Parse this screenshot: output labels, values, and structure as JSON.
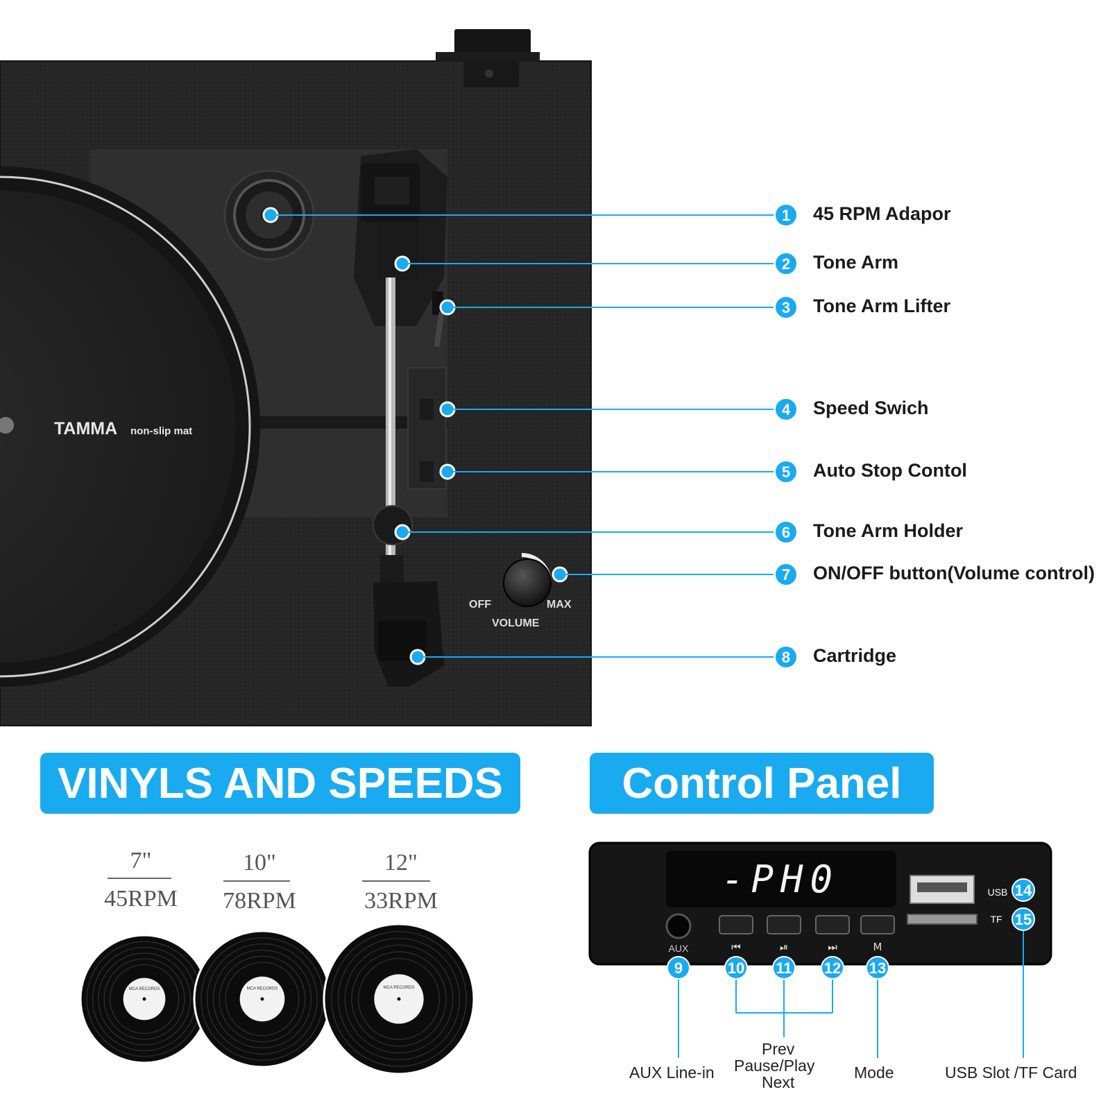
{
  "callouts": [
    {
      "num": "1",
      "label": "45 RPM Adapor"
    },
    {
      "num": "2",
      "label": "Tone Arm"
    },
    {
      "num": "3",
      "label": "Tone Arm Lifter"
    },
    {
      "num": "4",
      "label": "Speed Swich"
    },
    {
      "num": "5",
      "label": "Auto Stop Contol"
    },
    {
      "num": "6",
      "label": "Tone Arm Holder"
    },
    {
      "num": "7",
      "label": "ON/OFF button(Volume control)"
    },
    {
      "num": "8",
      "label": "Cartridge"
    }
  ],
  "mat_brand": "TAMMA",
  "mat_sub": "non-slip mat",
  "volume": {
    "off": "OFF",
    "max": "MAX",
    "label": "VOLUME"
  },
  "banners": {
    "vinyls": "VINYLS AND SPEEDS",
    "control": "Control Panel"
  },
  "vinyls": [
    {
      "size": "7\"",
      "rpm": "45RPM"
    },
    {
      "size": "10\"",
      "rpm": "78RPM"
    },
    {
      "size": "12\"",
      "rpm": "33RPM"
    }
  ],
  "record_label_text": "MCA RECORDS",
  "panel": {
    "display": "-PH0",
    "aux": "AUX",
    "buttons": [
      "⏮",
      "⏯",
      "⏭",
      "M"
    ],
    "usb": "USB",
    "tf": "TF",
    "nums": [
      "9",
      "10",
      "11",
      "12",
      "13",
      "14",
      "15"
    ]
  },
  "panel_labels": {
    "aux": "AUX Line-in",
    "prev": "Prev",
    "pause": "Pause/Play",
    "next": "Next",
    "mode": "Mode",
    "usb": "USB Slot /TF Card"
  },
  "colors": {
    "accent": "#1aaaf0",
    "body": "#2a2a2a",
    "line": "#1aaaf0"
  }
}
